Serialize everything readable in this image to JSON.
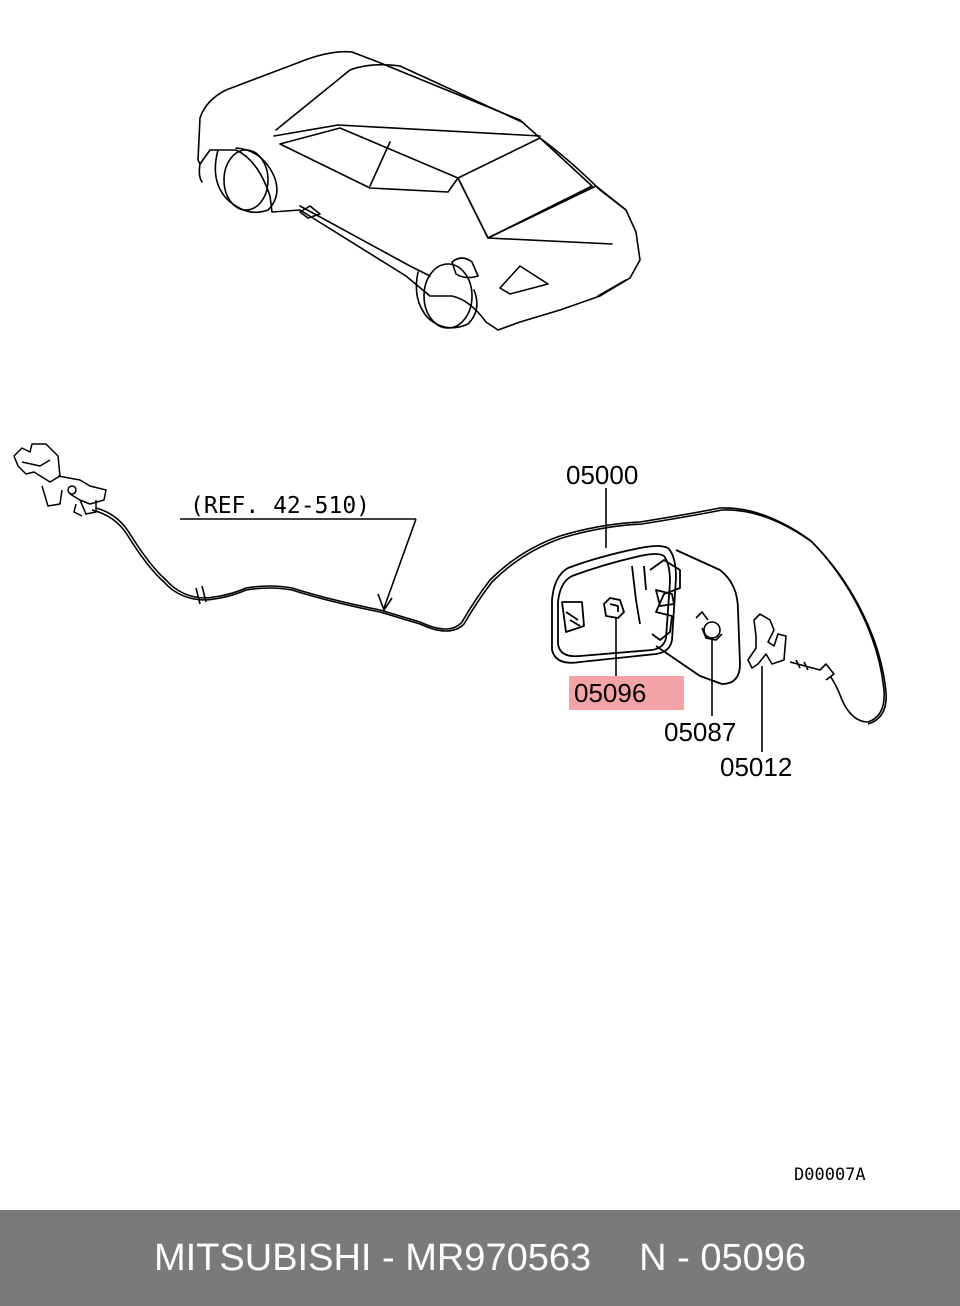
{
  "diagram": {
    "reference_note": "(REF. 42-510)",
    "drawing_code": "D00007A",
    "parts": [
      {
        "id": "05000"
      },
      {
        "id": "05096",
        "highlighted": true
      },
      {
        "id": "05087"
      },
      {
        "id": "05012"
      }
    ],
    "highlight_color": "#f4a3a6"
  },
  "footer": {
    "brand_part": "MITSUBISHI - MR970563",
    "position": "N - 05096",
    "background": "#7a7a7a"
  }
}
